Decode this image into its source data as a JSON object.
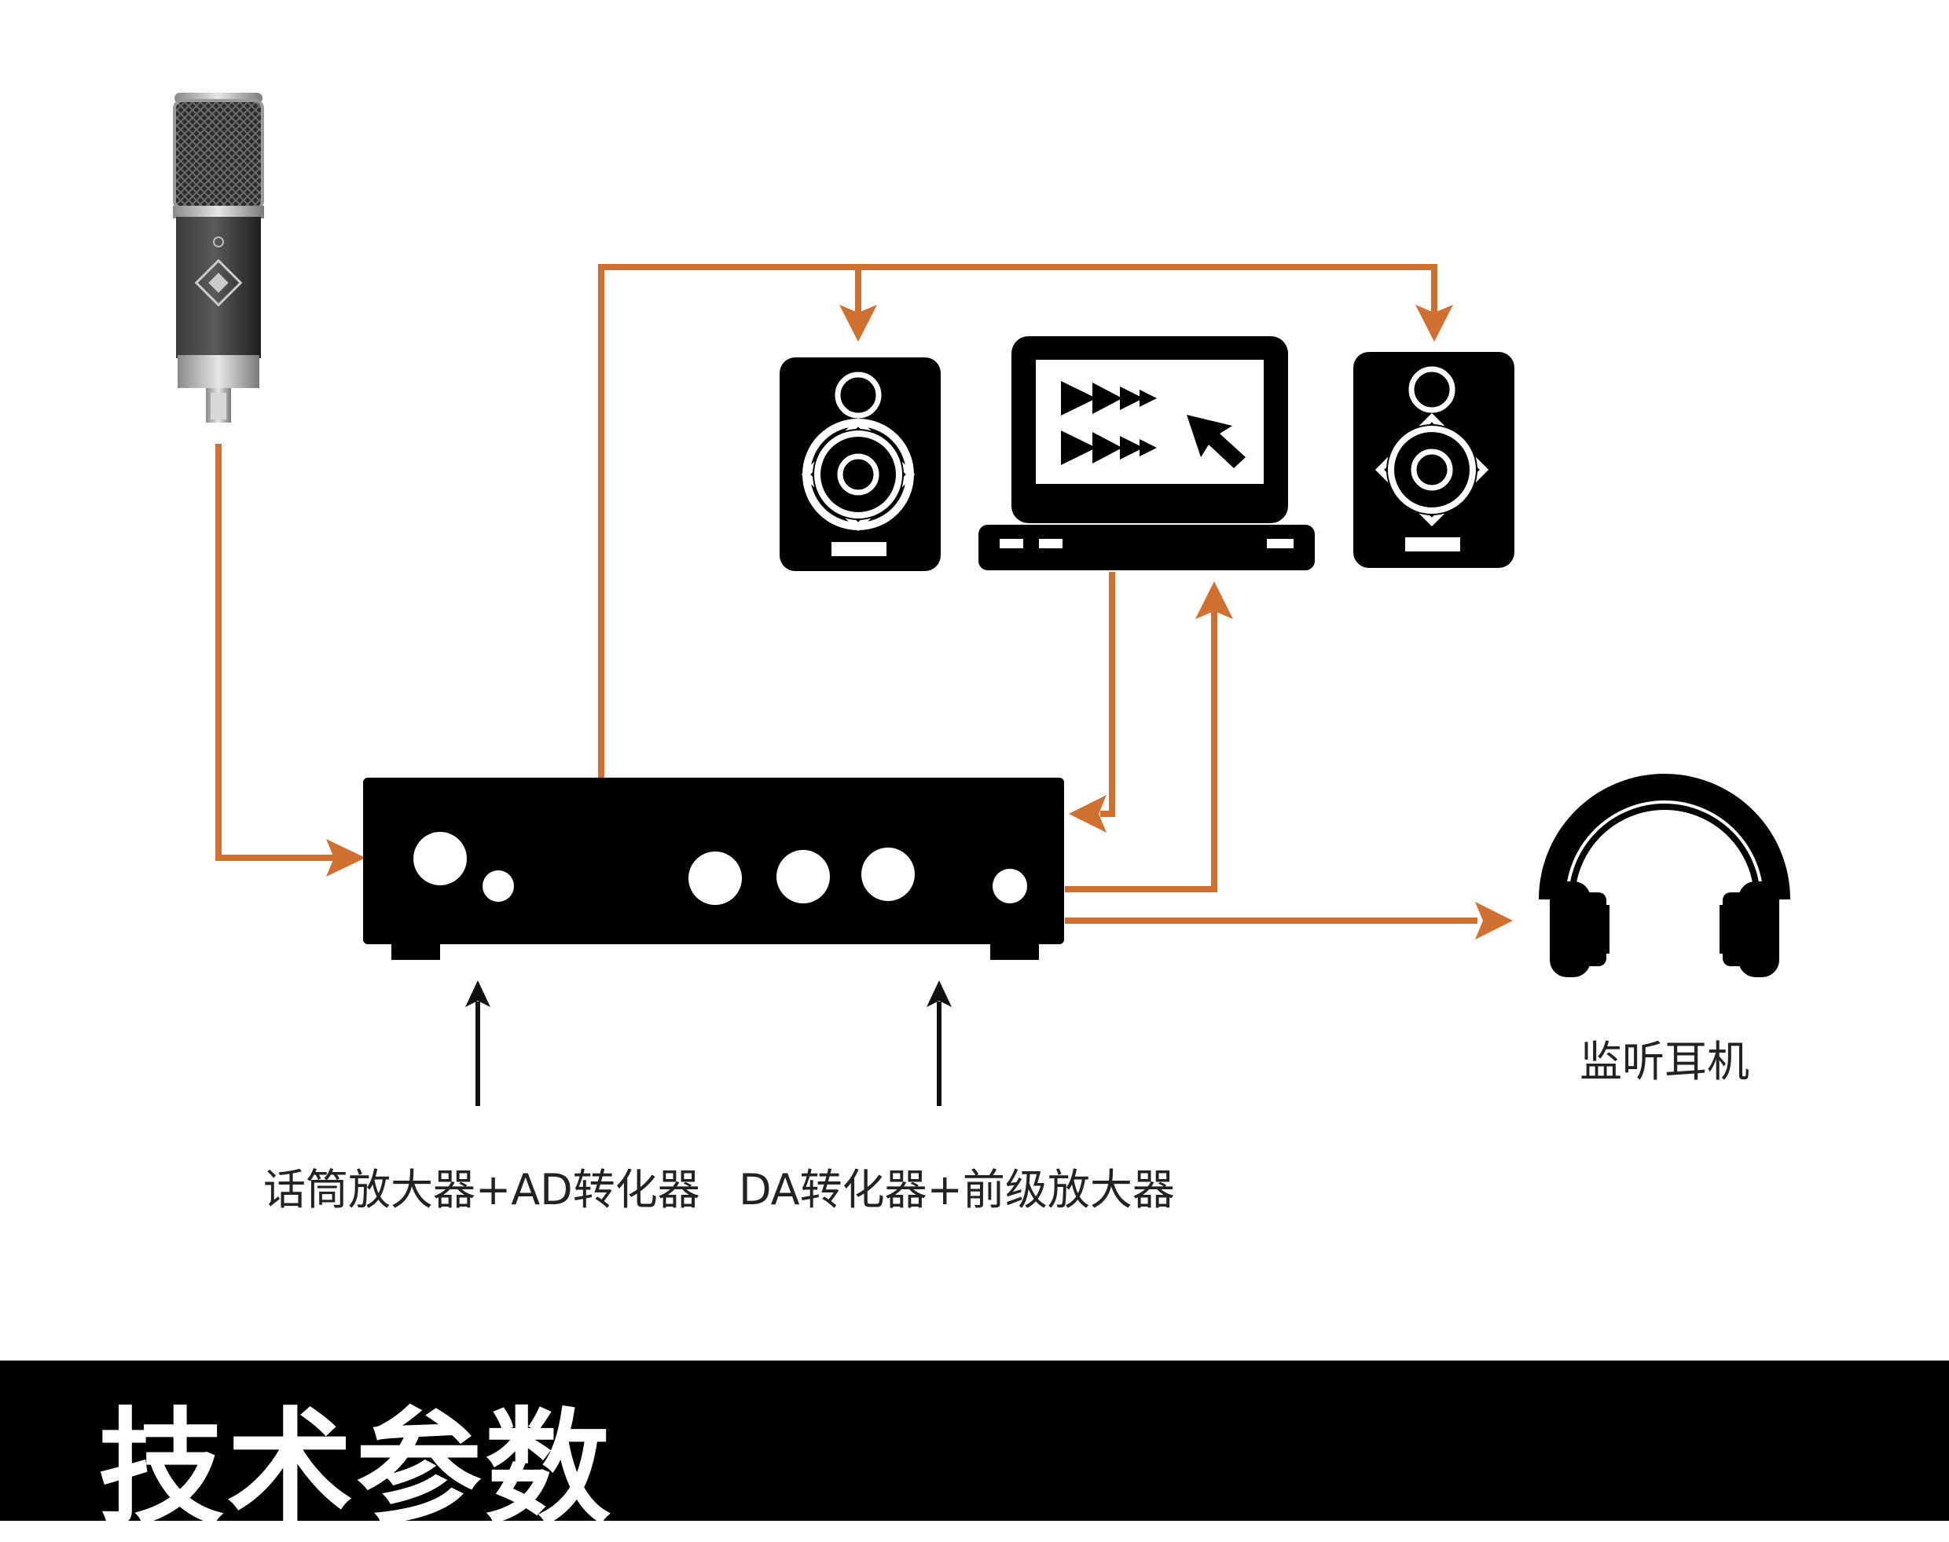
{
  "labels": {
    "interface_left": "话筒放大器+AD转化器",
    "interface_right": "DA转化器+前级放大器",
    "headphones": "监听耳机"
  },
  "section": {
    "title": "技术参数"
  },
  "colors": {
    "signal_line": "#d07030",
    "device_fill": "#000000",
    "footer_band": "#000000",
    "background": "#ffffff"
  },
  "icons": [
    "microphone-icon",
    "studio-monitor-left-icon",
    "laptop-daw-icon",
    "studio-monitor-right-icon",
    "audio-interface-icon",
    "headphones-icon"
  ]
}
